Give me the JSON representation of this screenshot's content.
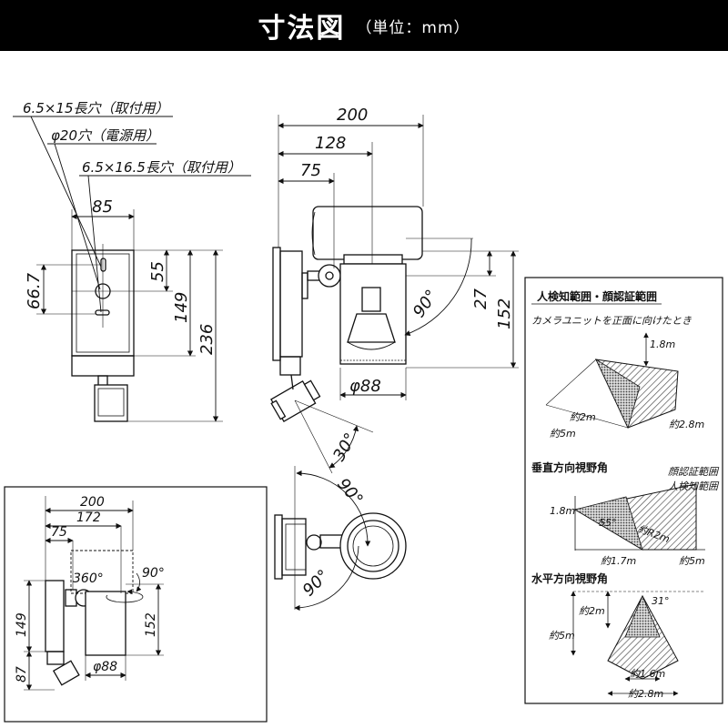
{
  "header": {
    "title": "寸法図",
    "unit": "（単位：mm）"
  },
  "front_view": {
    "hole_note_1": "6.5×15長穴（取付用）",
    "hole_note_2": "φ20穴（電源用）",
    "hole_note_3": "6.5×16.5長穴（取付用）",
    "dim_width": "85",
    "dim_55": "55",
    "dim_66_7": "66.7",
    "dim_149": "149",
    "dim_236": "236"
  },
  "side_view": {
    "dim_200": "200",
    "dim_128": "128",
    "dim_75": "75",
    "dim_27": "27",
    "dim_152": "152",
    "angle_90": "90°",
    "dim_phi88": "φ88",
    "angle_30": "30°"
  },
  "top_view": {
    "angle_90_a": "90°",
    "angle_90_b": "90°"
  },
  "inset_view": {
    "dim_200": "200",
    "dim_172": "172",
    "dim_75": "75",
    "angle_360": "360°",
    "angle_90": "90°",
    "dim_149": "149",
    "dim_152": "152",
    "dim_87": "87",
    "dim_phi88": "φ88"
  },
  "detection_panel": {
    "title": "人検知範囲・顔認証範囲",
    "subtitle": "カメラユニットを正面に向けたとき",
    "label_1_8m": "1.8m",
    "label_2m": "約2m",
    "label_5m": "約5m",
    "label_2_8m": "約2.8m",
    "vertical_title": "垂直方向視野角",
    "legend_face": "顔認証範囲",
    "legend_person": "人検知範囲",
    "v_1_8m": "1.8m",
    "v_angle": "55°",
    "v_r2m": "約R2m",
    "v_1_7m": "約1.7m",
    "v_5m": "約5m",
    "horizontal_title": "水平方向視野角",
    "h_angle": "31°",
    "h_2m": "約2m",
    "h_5m": "約5m",
    "h_1_6m": "約1.6m",
    "h_2_8m": "約2.8m"
  }
}
